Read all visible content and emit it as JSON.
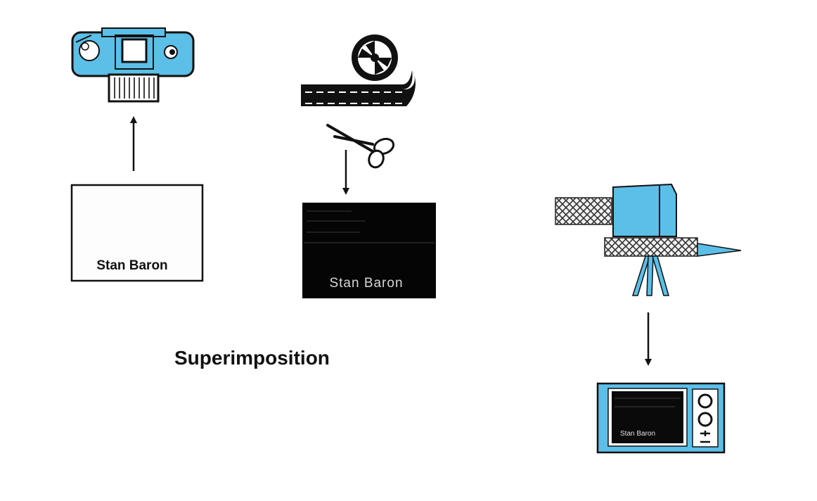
{
  "diagram": {
    "caption": "Superimposition",
    "title_card_text": "Stan Baron",
    "film_frame_text": "Stan Baron",
    "tv_screen_text": "Stan Baron",
    "colors": {
      "device_blue": "#5bbfe8",
      "outline": "#111111",
      "film_black": "#050505"
    },
    "icons": [
      "still-camera-icon",
      "film-reel-icon",
      "scissors-icon",
      "tv-camera-icon",
      "television-icon"
    ]
  }
}
